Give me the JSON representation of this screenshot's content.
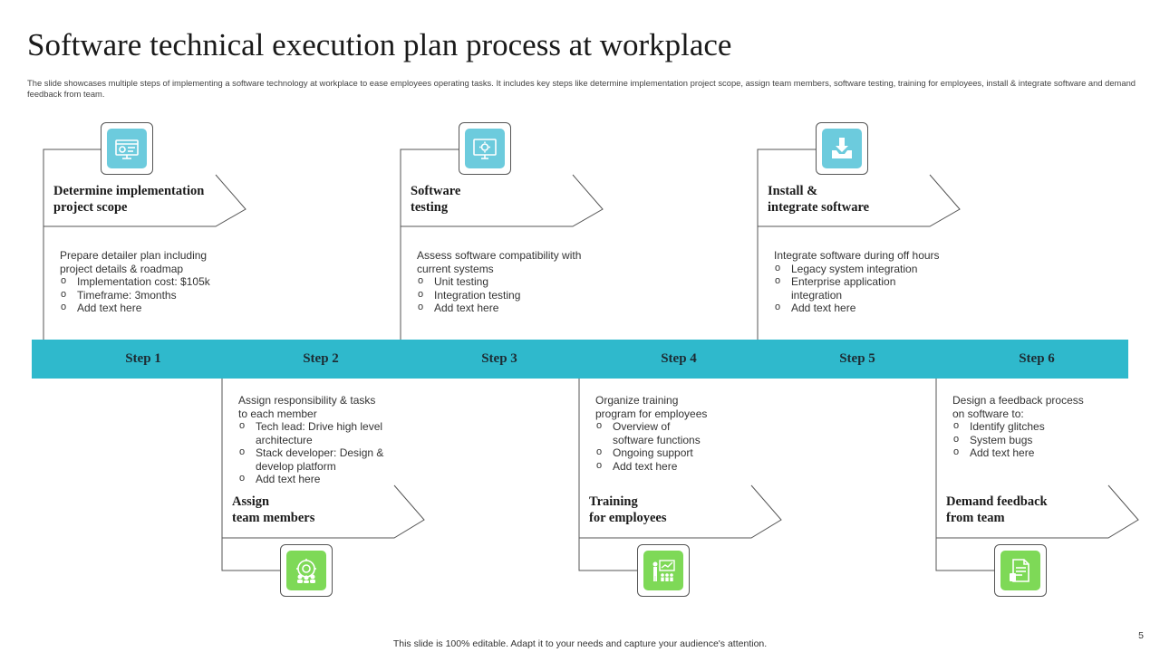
{
  "title": "Software technical execution plan process at workplace",
  "subtitle": "The slide showcases multiple steps of implementing  a software technology at workplace to ease employees operating tasks. It includes key steps like determine implementation  project scope, assign team members, software testing, training for employees, install & integrate software and demand feedback from team.",
  "colors": {
    "band": "#2fb9cc",
    "icon_teal": "#6ccbdd",
    "icon_green": "#7ed957"
  },
  "steps": [
    {
      "label": "Step 1",
      "icon": "dashboard-presentation-icon",
      "title_lines": [
        "Determine implementation",
        "project scope"
      ],
      "intro_lines": [
        "Prepare detailer plan including",
        "project details & roadmap"
      ],
      "bullets": [
        [
          "Implementation cost: $105k"
        ],
        [
          "Timeframe: 3months"
        ],
        [
          "Add text here"
        ]
      ]
    },
    {
      "label": "Step 2",
      "icon": "team-gear-icon",
      "title_lines": [
        "Assign",
        "team members"
      ],
      "intro_lines": [
        "Assign responsibility & tasks",
        "to each member"
      ],
      "bullets": [
        [
          "Tech lead: Drive high level",
          "architecture"
        ],
        [
          "Stack developer: Design &",
          "develop platform"
        ],
        [
          "Add text here"
        ]
      ]
    },
    {
      "label": "Step 3",
      "icon": "monitor-gear-icon",
      "title_lines": [
        "Software",
        "testing"
      ],
      "intro_lines": [
        "Assess software compatibility with",
        "current systems"
      ],
      "bullets": [
        [
          "Unit testing"
        ],
        [
          "Integration testing"
        ],
        [
          "Add text here"
        ]
      ]
    },
    {
      "label": "Step 4",
      "icon": "training-presenter-icon",
      "title_lines": [
        "Training",
        "for employees"
      ],
      "intro_lines": [
        "Organize training",
        "program for employees"
      ],
      "bullets": [
        [
          "Overview of",
          "software functions"
        ],
        [
          "Ongoing support"
        ],
        [
          "Add text here"
        ]
      ]
    },
    {
      "label": "Step 5",
      "icon": "install-download-icon",
      "title_lines": [
        "Install &",
        "integrate software"
      ],
      "intro_lines": [
        "Integrate software during off hours"
      ],
      "bullets": [
        [
          "Legacy system integration"
        ],
        [
          "Enterprise application",
          "integration"
        ],
        [
          "Add text here"
        ]
      ]
    },
    {
      "label": "Step 6",
      "icon": "feedback-document-icon",
      "title_lines": [
        "Demand feedback",
        "from team"
      ],
      "intro_lines": [
        "Design a feedback process",
        "on software to:"
      ],
      "bullets": [
        [
          "Identify glitches"
        ],
        [
          "System bugs"
        ],
        [
          "Add text here"
        ]
      ]
    }
  ],
  "footer": "This slide is 100% editable.  Adapt it to your needs and capture your audience's attention.",
  "page_number": "5"
}
